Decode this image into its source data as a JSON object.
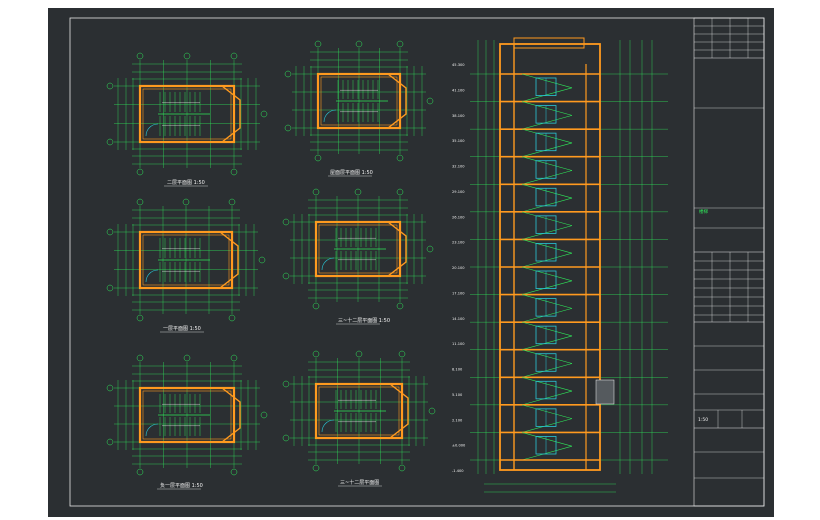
{
  "drawing": {
    "plans": [
      {
        "id": "plan-1",
        "title": "二层平面图 1:50"
      },
      {
        "id": "plan-2",
        "title": "屋面层平面图 1:50"
      },
      {
        "id": "plan-3",
        "title": "一层平面图 1:50"
      },
      {
        "id": "plan-4",
        "title": "三~十二层平面图 1:50"
      },
      {
        "id": "plan-5",
        "title": "负一层平面图 1:50"
      },
      {
        "id": "plan-6",
        "title": "三~十二层平面图"
      }
    ],
    "section": {
      "id": "section-1",
      "elev_labels": [
        "45.300",
        "41.100",
        "38.100",
        "35.100",
        "32.100",
        "29.100",
        "26.100",
        "23.100",
        "20.100",
        "17.100",
        "14.100",
        "11.100",
        "8.100",
        "5.100",
        "2.100",
        "±0.000",
        "-1.400"
      ]
    },
    "title_block": {
      "green_tag": "楼梯",
      "scale_text": "1:50"
    },
    "colors": {
      "background": "#2b2f32",
      "frame": "#e8e8e8",
      "dimension": "#2fe85a",
      "wall": "#ff9a1f",
      "stair": "#29c7d6",
      "text": "#f2f2f2"
    }
  }
}
